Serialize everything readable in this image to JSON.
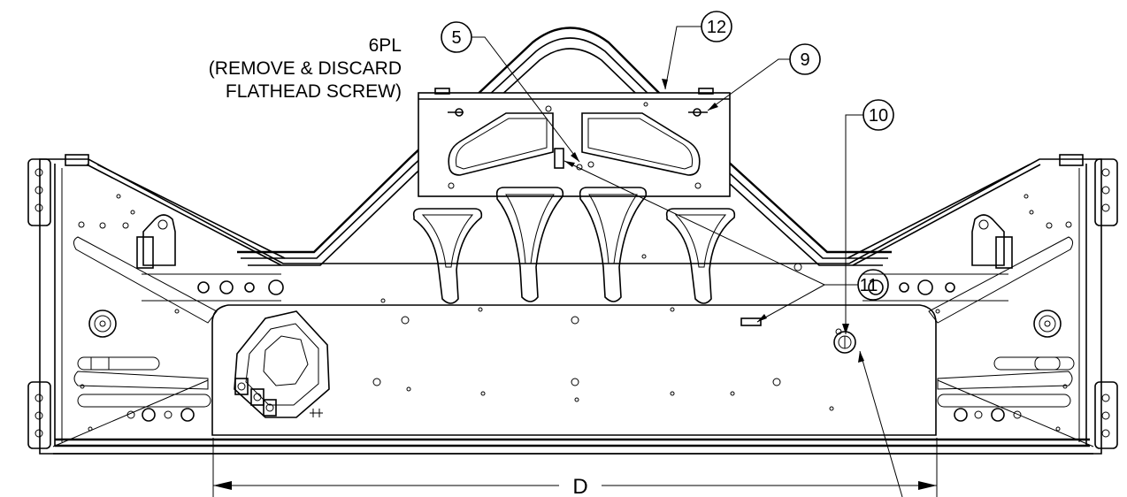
{
  "note": {
    "line1": "6PL",
    "line2": "(REMOVE & DISCARD",
    "line3": "FLATHEAD SCREW)"
  },
  "callouts": {
    "c5": "5",
    "c12": "12",
    "c9": "9",
    "c10": "10",
    "c11": "11"
  },
  "dimension": {
    "label": "D"
  }
}
